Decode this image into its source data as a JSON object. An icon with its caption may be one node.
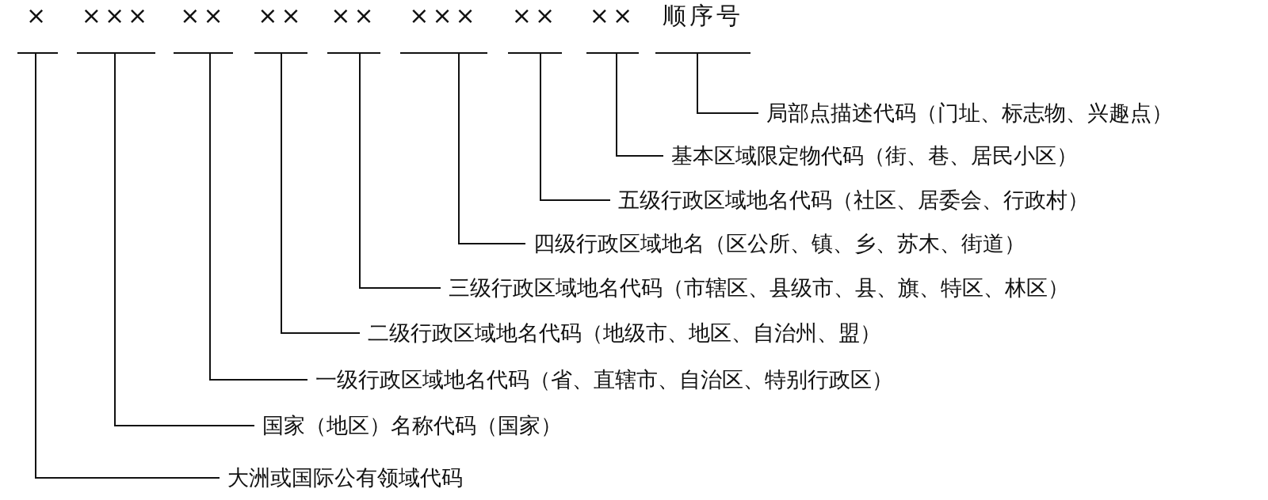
{
  "diagram": {
    "nodes": [
      {
        "text": [
          "×"
        ]
      },
      {
        "text": [
          "×××"
        ]
      },
      {
        "text": [
          "××"
        ]
      },
      {
        "text": [
          "××"
        ]
      },
      {
        "text": [
          "××"
        ]
      },
      {
        "text": [
          "×××"
        ]
      },
      {
        "text": [
          "××"
        ]
      },
      {
        "text": [
          "××"
        ]
      },
      {
        "text": [
          "顺序号"
        ]
      },
      {
        "text": [
          "局部点描述代码（门址、标志物、兴趣点）"
        ]
      },
      {
        "text": [
          "基本区域限定物代码（街、巷、居民小区）"
        ]
      },
      {
        "text": [
          "五级行政区域地名代码（社区、居委会、行政村）"
        ]
      },
      {
        "text": [
          "四级行政区域地名（区公所、镇、乡、苏木、街道）"
        ]
      },
      {
        "text": [
          "三级行政区域地名代码（市辖区、县级市、县、旗、特区、林区）"
        ]
      },
      {
        "text": [
          "二级行政区域地名代码（地级市、地区、自治州、盟）"
        ]
      },
      {
        "text": [
          "一级行政区域地名代码（省、直辖市、自治区、特别行政区）"
        ]
      },
      {
        "text": [
          "国家（地区）名称代码（国家）"
        ]
      },
      {
        "text": [
          "大洲或国际公有领域代码"
        ]
      }
    ],
    "edges": [
      {
        "from": 9,
        "to": 8,
        "arrow": "none"
      },
      {
        "from": 10,
        "to": 7,
        "arrow": "none"
      },
      {
        "from": 11,
        "to": 6,
        "arrow": "none"
      },
      {
        "from": 12,
        "to": 5,
        "arrow": "none"
      },
      {
        "from": 13,
        "to": 4,
        "arrow": "none"
      },
      {
        "from": 14,
        "to": 3,
        "arrow": "none"
      },
      {
        "from": 15,
        "to": 2,
        "arrow": "none"
      },
      {
        "from": 16,
        "to": 1,
        "arrow": "none"
      },
      {
        "from": 17,
        "to": 0,
        "arrow": "none"
      }
    ]
  }
}
